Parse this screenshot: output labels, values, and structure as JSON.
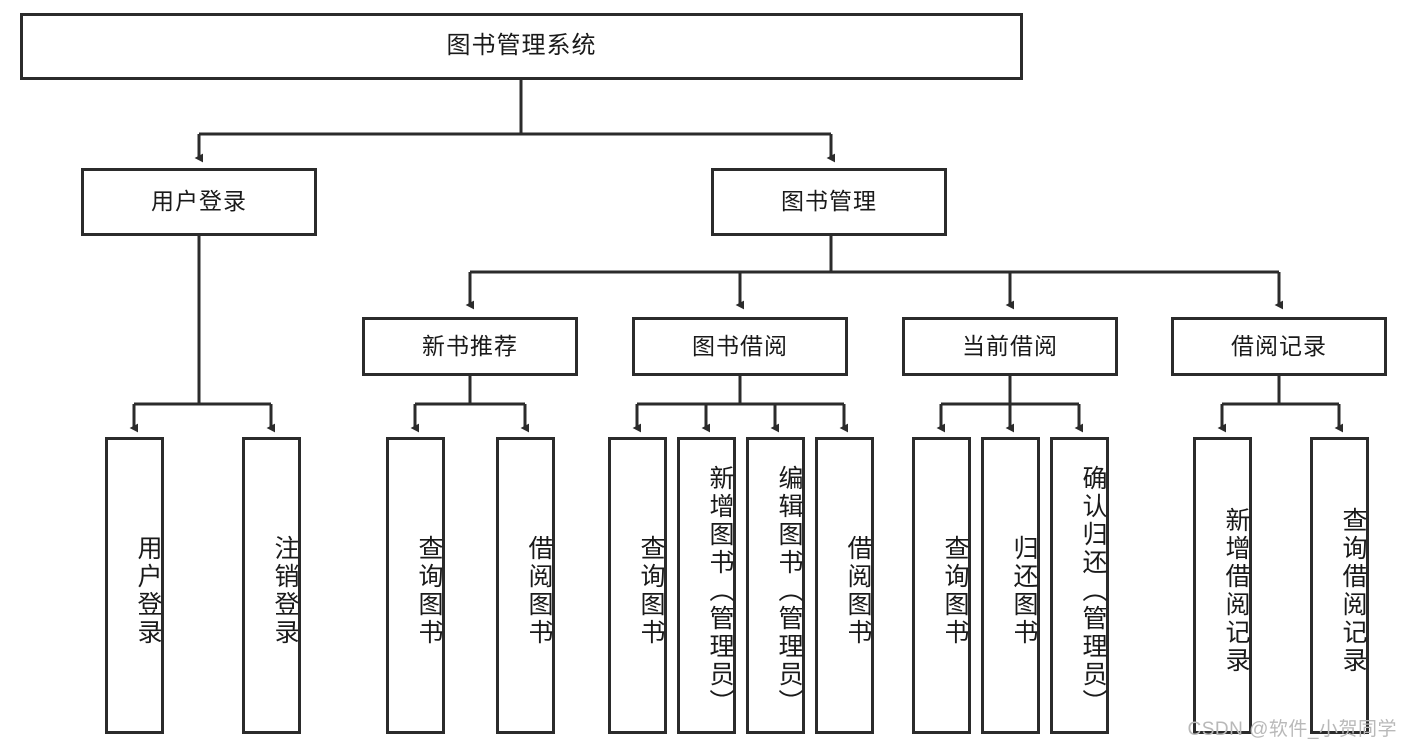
{
  "diagram": {
    "title": "图书管理系统",
    "root": {
      "id": "root",
      "label": "图书管理系统"
    },
    "level2": [
      {
        "id": "user-login",
        "label": "用户登录"
      },
      {
        "id": "book-manage",
        "label": "图书管理"
      }
    ],
    "level3": [
      {
        "id": "new-book-recommend",
        "label": "新书推荐"
      },
      {
        "id": "book-borrow",
        "label": "图书借阅"
      },
      {
        "id": "current-borrow",
        "label": "当前借阅"
      },
      {
        "id": "borrow-record",
        "label": "借阅记录"
      }
    ],
    "leaves": {
      "user_login": [
        {
          "id": "leaf-user-login",
          "label": "用户登录"
        },
        {
          "id": "leaf-logout-login",
          "label": "注销登录"
        }
      ],
      "new_book_recommend": [
        {
          "id": "leaf-query-book-1",
          "label": "查询图书"
        },
        {
          "id": "leaf-borrow-book-1",
          "label": "借阅图书"
        }
      ],
      "book_borrow": [
        {
          "id": "leaf-query-book-2",
          "label": "查询图书"
        },
        {
          "id": "leaf-add-book",
          "label": "新增图书（管理员）"
        },
        {
          "id": "leaf-edit-book",
          "label": "编辑图书（管理员）"
        },
        {
          "id": "leaf-borrow-book-2",
          "label": "借阅图书"
        }
      ],
      "current_borrow": [
        {
          "id": "leaf-query-book-3",
          "label": "查询图书"
        },
        {
          "id": "leaf-return-book",
          "label": "归还图书"
        },
        {
          "id": "leaf-confirm-return",
          "label": "确认归还（管理员）"
        }
      ],
      "borrow_record": [
        {
          "id": "leaf-add-record",
          "label": "新增借阅记录"
        },
        {
          "id": "leaf-query-record",
          "label": "查询借阅记录"
        }
      ]
    }
  },
  "watermark": {
    "text": "CSDN @软件_小贺同学"
  },
  "colors": {
    "border": "#2b2b2b",
    "background": "#ffffff",
    "text": "#1a1a1a",
    "watermark": "#b9b9b9"
  }
}
